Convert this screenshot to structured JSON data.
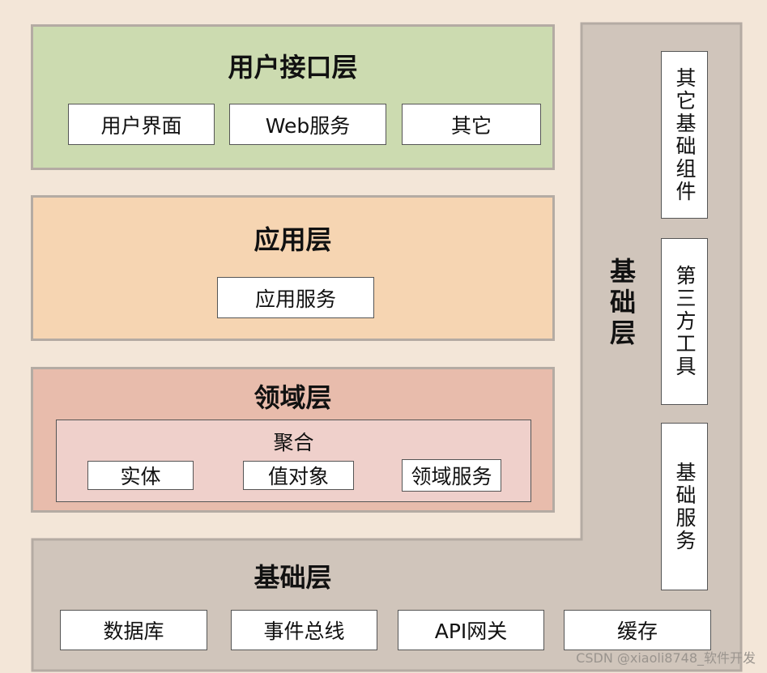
{
  "ui_layer": {
    "title": "用户接口层",
    "items": [
      "用户界面",
      "Web服务",
      "其它"
    ]
  },
  "app_layer": {
    "title": "应用层",
    "items": [
      "应用服务"
    ]
  },
  "domain_layer": {
    "title": "领域层",
    "aggregate_label": "聚合",
    "items": [
      "实体",
      "值对象",
      "领域服务"
    ]
  },
  "infra_layer": {
    "title": "基础层",
    "side_title": "基础层",
    "side_items": [
      "其它基础组件",
      "第三方工具",
      "基础服务"
    ],
    "bottom_items": [
      "数据库",
      "事件总线",
      "API网关",
      "缓存"
    ]
  },
  "watermark": "CSDN @xiaoli8748_软件开发",
  "colors": {
    "ui_layer": "#ccdbb0",
    "app_layer": "#f6d5b2",
    "domain_layer": "#e8bcac",
    "aggregate": "#efd0cb",
    "infra_layer": "#d0c5bb",
    "background": "#f3e6d8"
  }
}
